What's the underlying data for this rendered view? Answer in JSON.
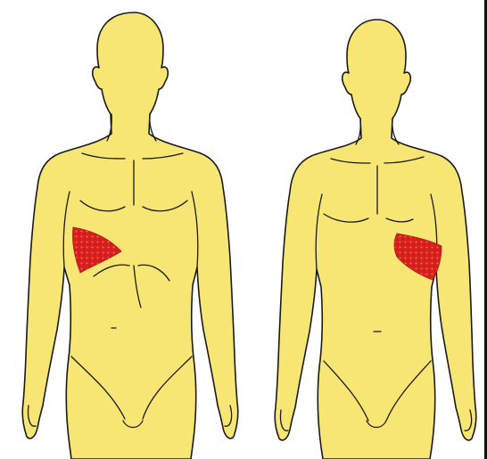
{
  "colors": {
    "skin": "#f7e574",
    "outline": "#1a1a1a",
    "pain_area": "#d8211e",
    "pain_area_speckle": "#f08a4a",
    "background": "#ffffff"
  },
  "figures": [
    {
      "view": "anterior",
      "highlight": "right-upper-quadrant"
    },
    {
      "view": "anterior",
      "highlight": "left-upper-quadrant"
    }
  ]
}
